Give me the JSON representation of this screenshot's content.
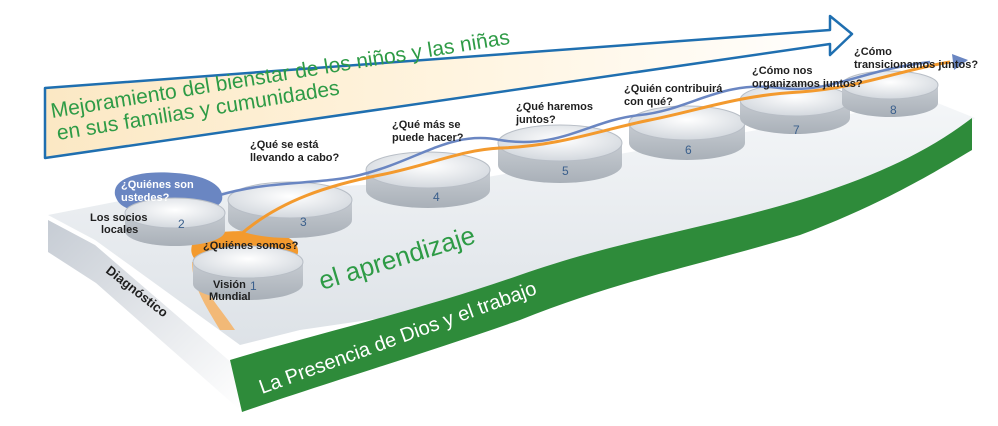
{
  "header": {
    "arrow_line1": "Mejoramiento del bienstar de los niños y las niñas",
    "arrow_line2": "en sus familias y cumunidades"
  },
  "platform": {
    "learning_label": "el aprendizaje",
    "base_label": "La Presencia de Dios y el trabajo",
    "diagnostic_label": "Diagnóstico"
  },
  "side_labels": {
    "partners": [
      "Los socios",
      "locales"
    ],
    "worldview": [
      "Visión",
      "Mundial"
    ]
  },
  "steps": [
    {
      "number": "1",
      "question": [
        "¿Quiénes somos?"
      ]
    },
    {
      "number": "2",
      "question": [
        "¿Quiénes son",
        "ustedes?"
      ]
    },
    {
      "number": "3",
      "question": [
        "¿Qué se está",
        "llevando a cabo?"
      ]
    },
    {
      "number": "4",
      "question": [
        "¿Qué más se",
        "puede hacer?"
      ]
    },
    {
      "number": "5",
      "question": [
        "¿Qué haremos",
        "juntos?"
      ]
    },
    {
      "number": "6",
      "question": [
        "¿Quién contribuirá",
        "con qué?"
      ]
    },
    {
      "number": "7",
      "question": [
        "¿Cómo nos",
        "organizamos juntos?"
      ]
    },
    {
      "number": "8",
      "question": [
        "¿Cómo",
        "transicionamos juntos?"
      ]
    }
  ],
  "colors": {
    "green": "#2e8b3a",
    "arrow_text": "#2e9b46",
    "orange": "#f39a2e",
    "blue": "#5b78b5",
    "disk": "#d4d8dd"
  }
}
